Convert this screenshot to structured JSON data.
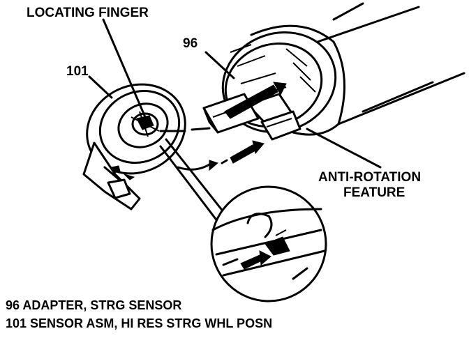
{
  "labels": {
    "locating_finger": "LOCATING FINGER",
    "part_96": "96",
    "part_101": "101",
    "anti_rotation_line1": "ANTI-ROTATION",
    "anti_rotation_line2": "FEATURE"
  },
  "legend": {
    "line1": "96 ADAPTER, STRG SENSOR",
    "line2": "101 SENSOR ASM, HI RES STRG WHL POSN"
  },
  "colors": {
    "ink": "#000000",
    "paper": "#ffffff"
  }
}
